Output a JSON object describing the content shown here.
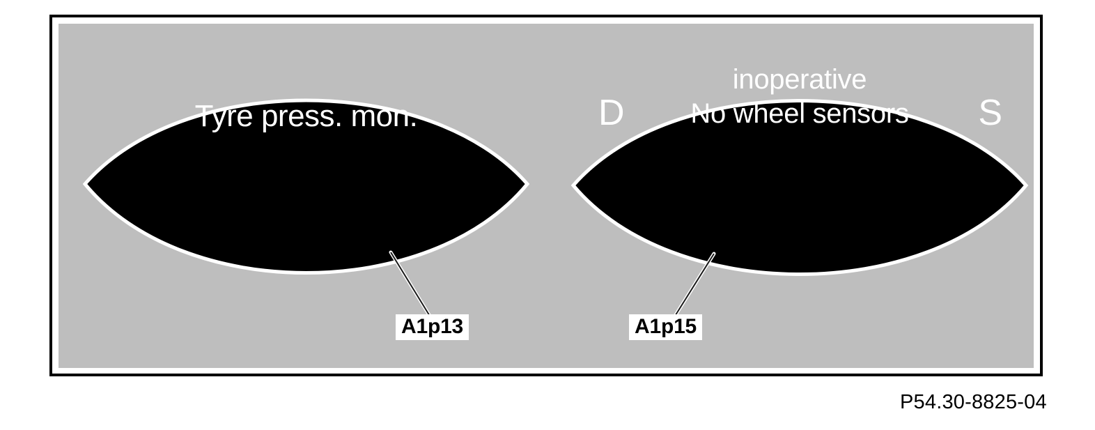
{
  "figure": {
    "caption": "P54.30-8825-04",
    "background_color": "#bebebe",
    "frame_color": "#000000",
    "panel_color": "#000000",
    "panel_text_color": "#ffffff"
  },
  "displays": [
    {
      "id": "left",
      "name": "tyre-pressure-monitor-display",
      "message": "Tyre press. mon.",
      "callout": {
        "label": "A1p13",
        "anchor_note": "leader line from lower-right of panel down to label"
      }
    },
    {
      "id": "right",
      "name": "no-wheel-sensors-display",
      "indicator_left": "D",
      "indicator_right": "S",
      "message_lines": [
        "inoperative",
        "No wheel sensors"
      ],
      "callout": {
        "label": "A1p15",
        "anchor_note": "leader line from lower-left of panel down to label"
      }
    }
  ]
}
